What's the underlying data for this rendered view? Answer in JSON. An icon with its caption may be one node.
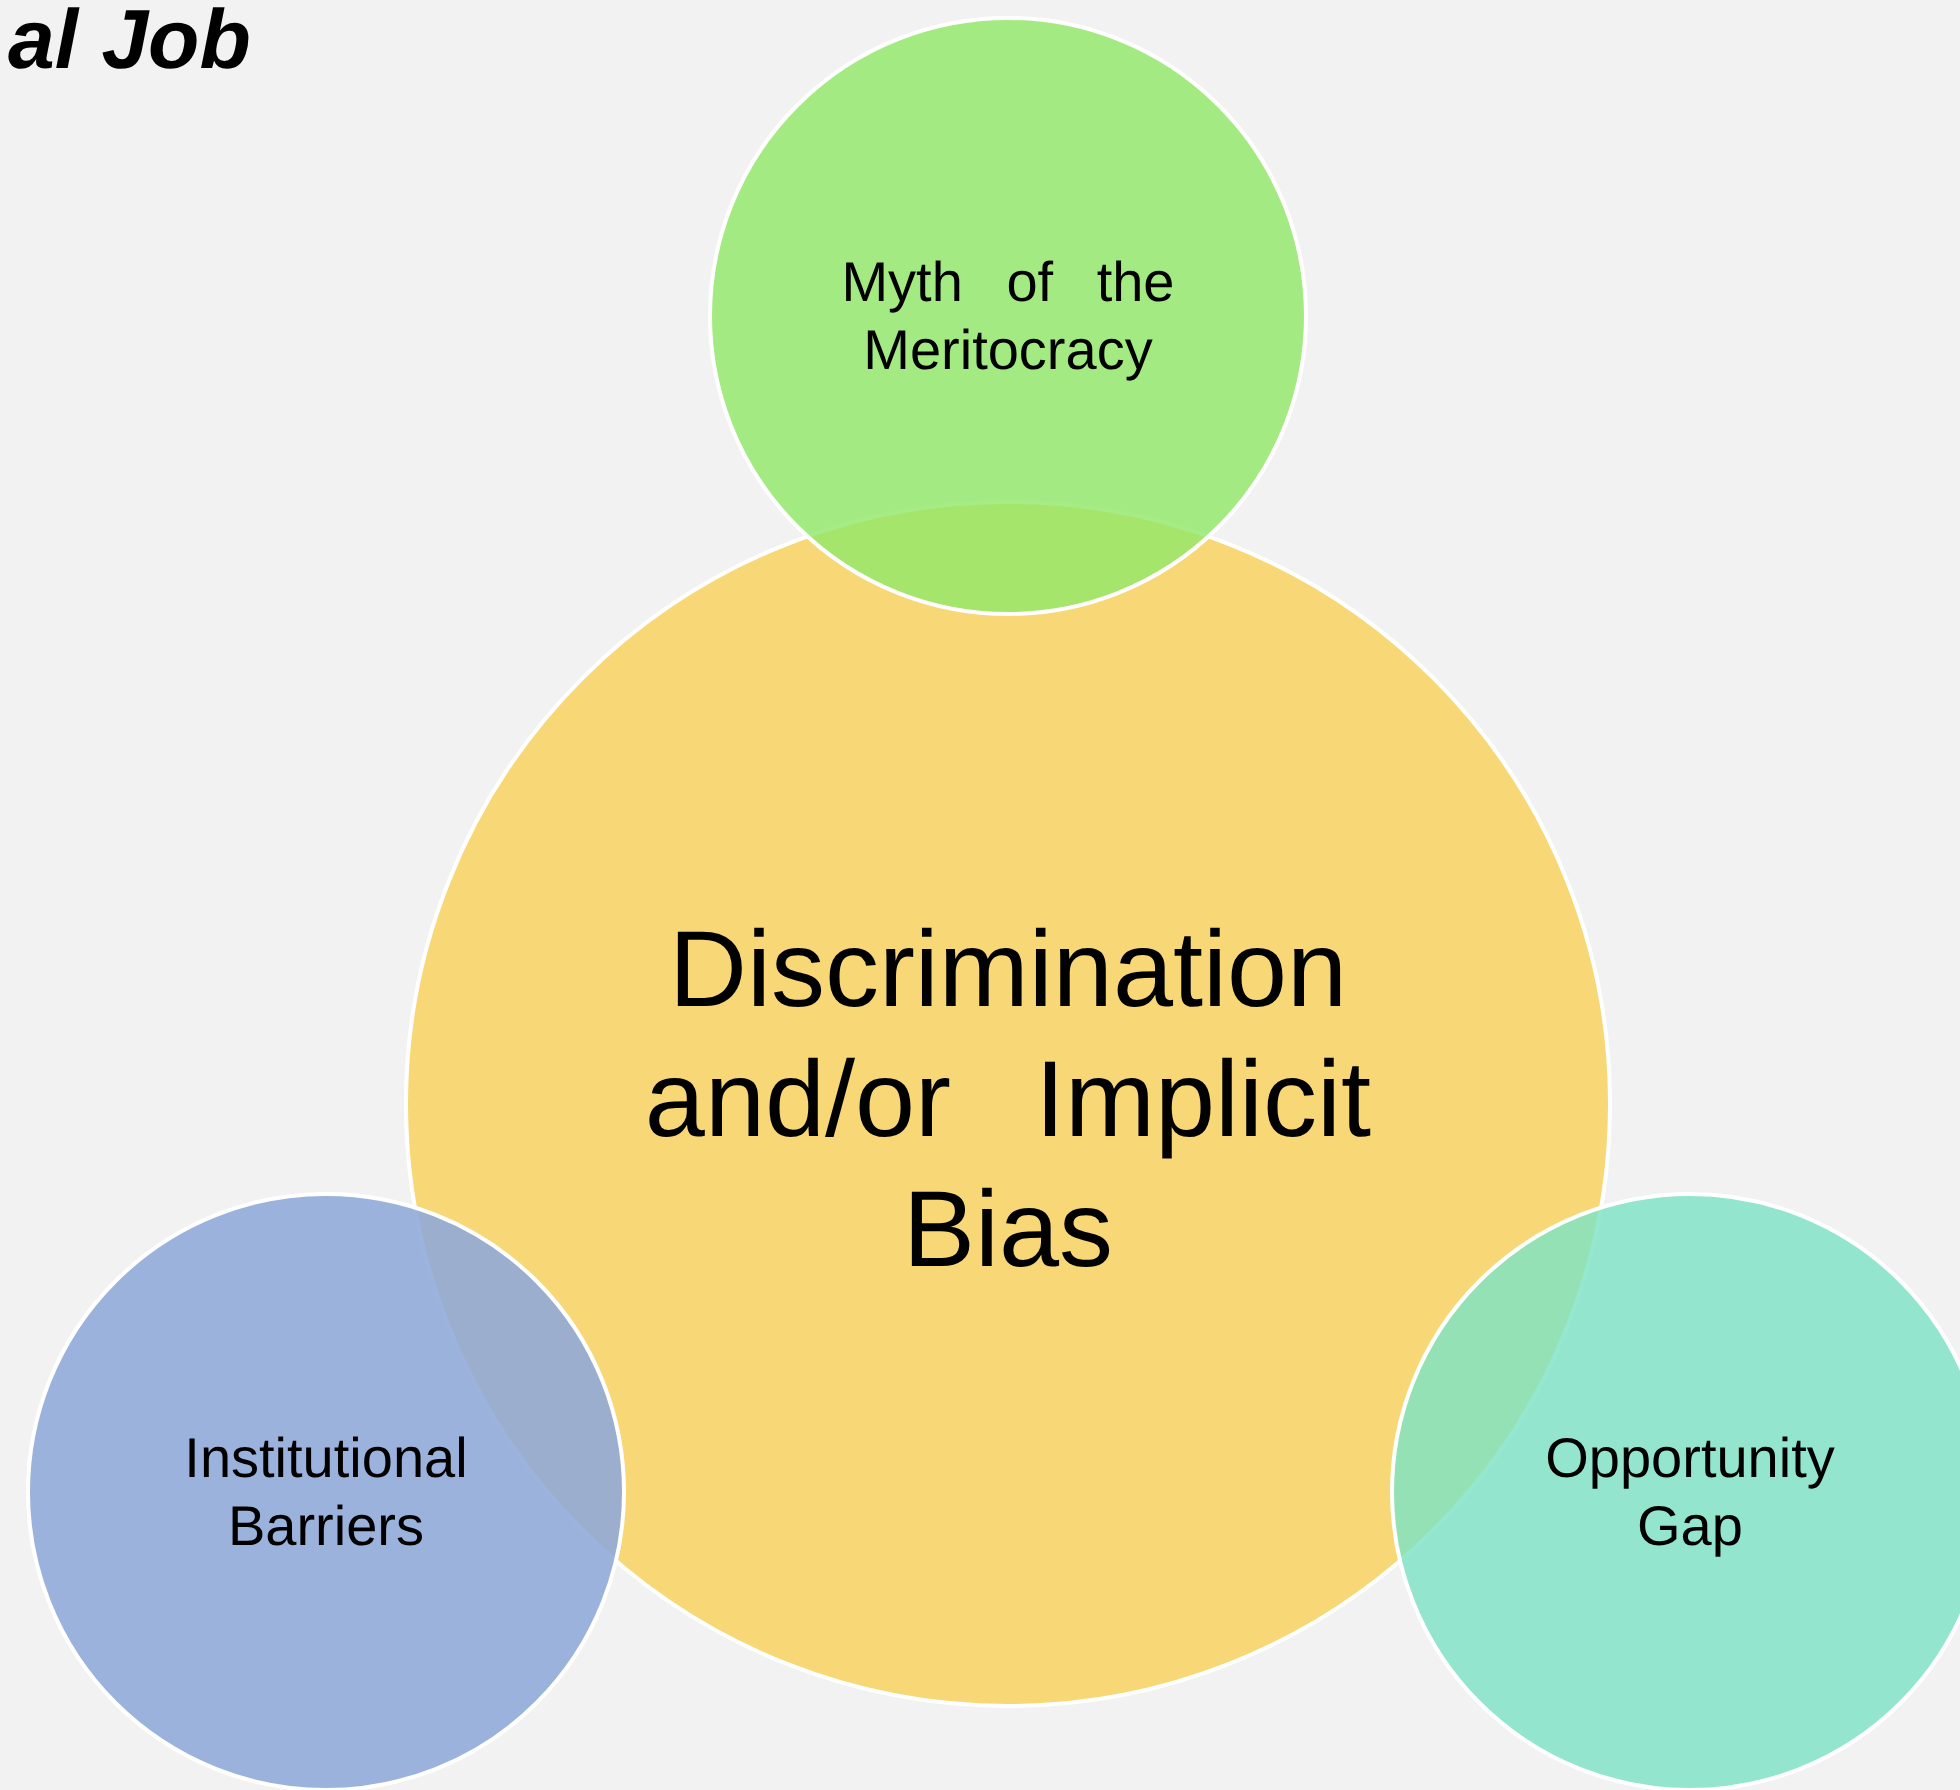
{
  "diagram": {
    "title": "al Job",
    "nodes": [
      {
        "text": [
          "Myth of the Meritocracy"
        ]
      },
      {
        "text": [
          "Discrimination and/or Implicit Bias"
        ]
      },
      {
        "text": [
          "Institutional Barriers"
        ]
      },
      {
        "text": [
          "Opportunity Gap"
        ]
      }
    ]
  }
}
